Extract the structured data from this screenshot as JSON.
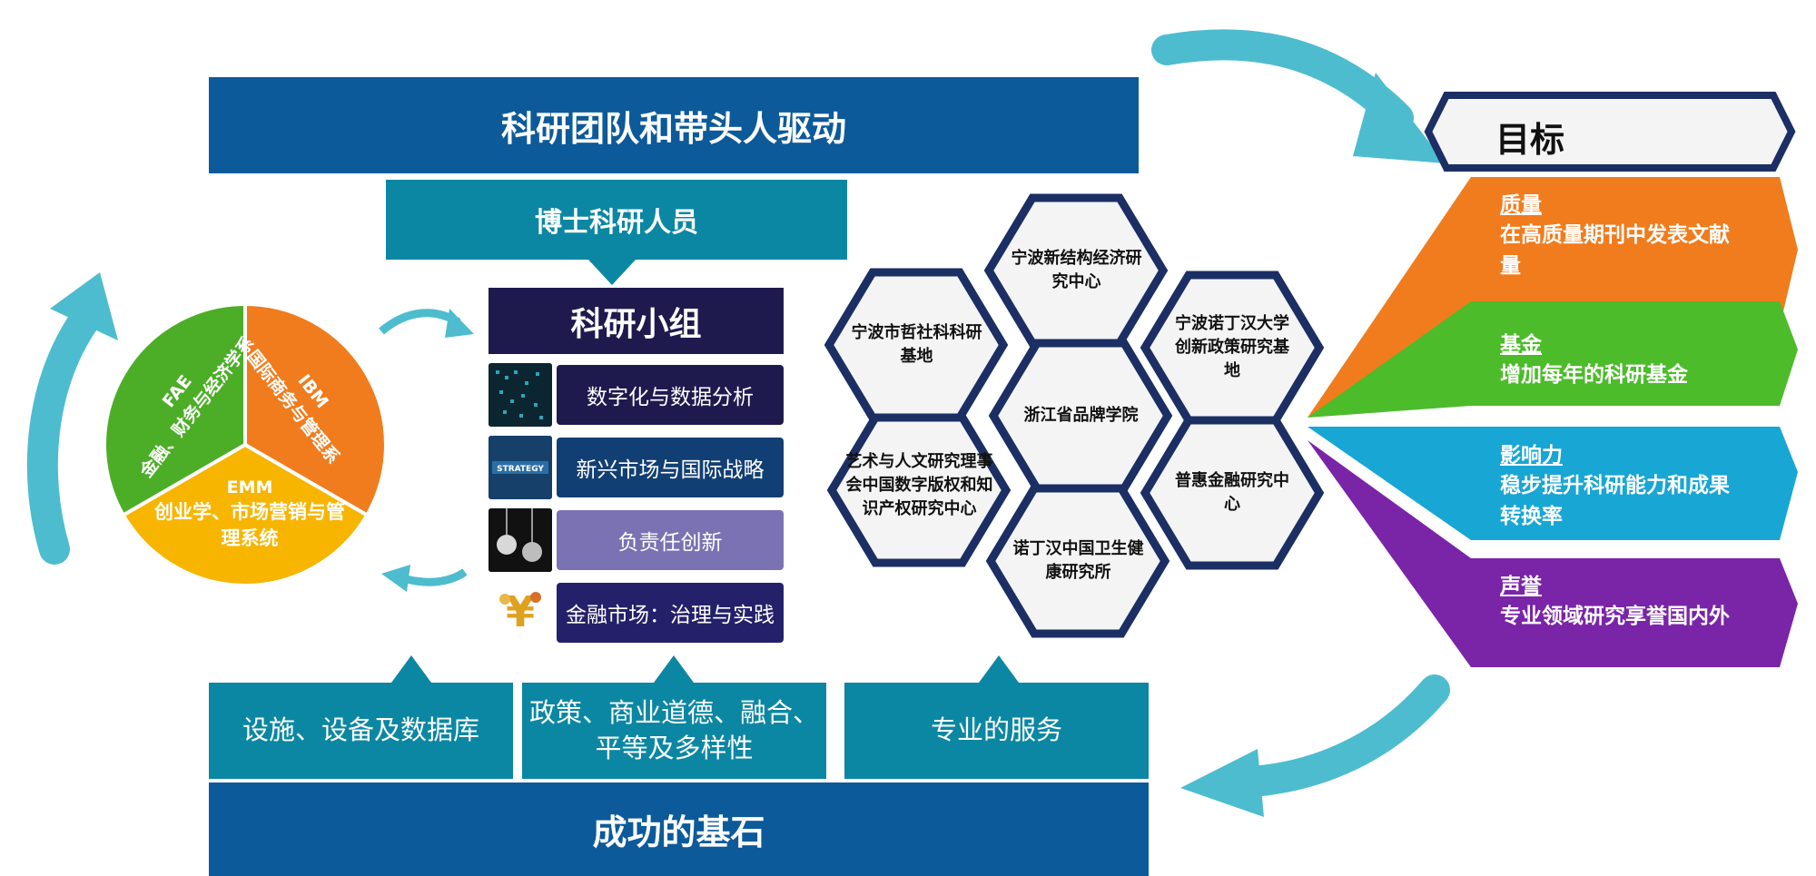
{
  "header": {
    "title": "科研团队和带头人驱动"
  },
  "doctor_box": {
    "label": "博士科研人员"
  },
  "research_group": {
    "title": "科研小组",
    "topics": [
      "数字化与数据分析",
      "新兴市场与国际战略",
      "负责任创新",
      "金融市场：治理与实践"
    ],
    "thumb_text": "STRATEGY"
  },
  "departments": [
    {
      "code": "FAE",
      "name": "金融、财务与经济学系",
      "color": "#4cae27"
    },
    {
      "code": "IBM",
      "name": "国际商务与管理系",
      "color": "#f07c1e"
    },
    {
      "code": "EMM",
      "name": "创业学、市场营销与管理系统",
      "color": "#f7b500"
    }
  ],
  "centers": [
    {
      "name": "宁波新结构经济研究中心"
    },
    {
      "name": "宁波市哲社科科研基地"
    },
    {
      "name": "宁波诺丁汉大学创新政策研究基地"
    },
    {
      "name": "浙江省品牌学院"
    },
    {
      "name": "艺术与人文研究理事会中国数字版权和知识产权研究中心"
    },
    {
      "name": "普惠金融研究中心"
    },
    {
      "name": "诺丁汉中国卫生健康研究所"
    }
  ],
  "goals": {
    "title": "目标",
    "items": [
      {
        "heading": "质量",
        "text": "在高质量期刊中发表文献量",
        "color": "#f07c1e"
      },
      {
        "heading": "基金",
        "text": "增加每年的科研基金",
        "color": "#4cbc2a"
      },
      {
        "heading": "影响力",
        "text": "稳步提升科研能力和成果转换率",
        "color": "#18a6d4"
      },
      {
        "heading": "声誉",
        "text": "专业领域研究享誉国内外",
        "color": "#7a24a8"
      }
    ]
  },
  "foundations": {
    "items": [
      "设施、设备及数据库",
      "政策、商业道德、融合、平等及多样性",
      "专业的服务"
    ],
    "title": "成功的基石"
  },
  "colors": {
    "navy": "#0d5a9a",
    "teal": "#0b87a3",
    "arrow": "#4dbccf",
    "hex_border": "#1b2f64"
  }
}
